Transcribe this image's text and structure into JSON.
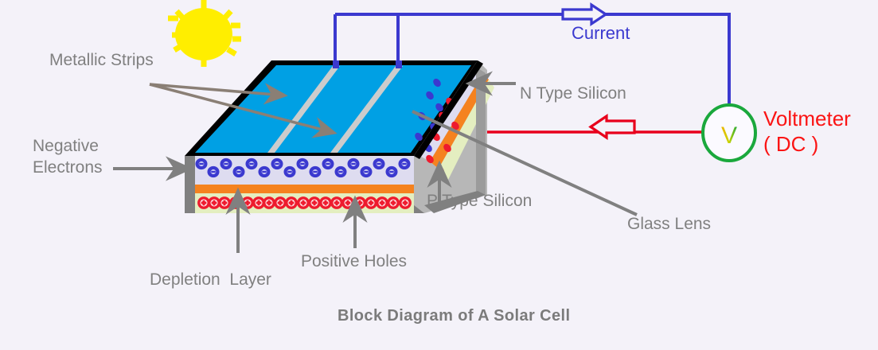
{
  "diagram": {
    "title": "Block Diagram of A Solar Cell",
    "background_color": "#f4f2f9",
    "label_color": "#808080",
    "labels": {
      "metallic_strips": "Metallic Strips",
      "negative_electrons_line1": "Negative",
      "negative_electrons_line2": "Electrons",
      "depletion_layer": "Depletion  Layer",
      "positive_holes": "Positive Holes",
      "n_type_silicon": "N Type Silicon",
      "p_type_silicon": "P Type Silicon",
      "glass_lens": "Glass Lens",
      "current": "Current",
      "voltmeter_line1": "Voltmeter",
      "voltmeter_line2": "( DC )",
      "voltmeter_symbol": "V"
    },
    "icons": {
      "sun": "sun-icon",
      "voltmeter": "voltmeter-icon",
      "current_arrow": "current-arrow-icon",
      "voltage-arrow": "voltage-arrow-icon",
      "electron": "electron-minus-icon",
      "hole": "hole-plus-icon"
    },
    "colors": {
      "glass_lens": "#00a0e4",
      "glass_edge": "#000000",
      "n_type_layer": "#dedcf0",
      "depletion_layer": "#f5821f",
      "p_type_layer": "#e4eec0",
      "frame": "#808080",
      "metal_strip": "#cccccc",
      "electron": "#3b39cf",
      "hole": "#ee1b2e",
      "current_wire": "#3b39cf",
      "voltage_wire": "#e8001c",
      "voltmeter_ring": "#1aa83c",
      "sun": "#ffee00",
      "voltmeter_text": "#fb1414"
    },
    "counts": {
      "metallic_strips": 2,
      "electrons_front": 17,
      "holes_front": 19,
      "electrons_side": 7,
      "holes_side": 7,
      "sun_rays": 9
    }
  }
}
